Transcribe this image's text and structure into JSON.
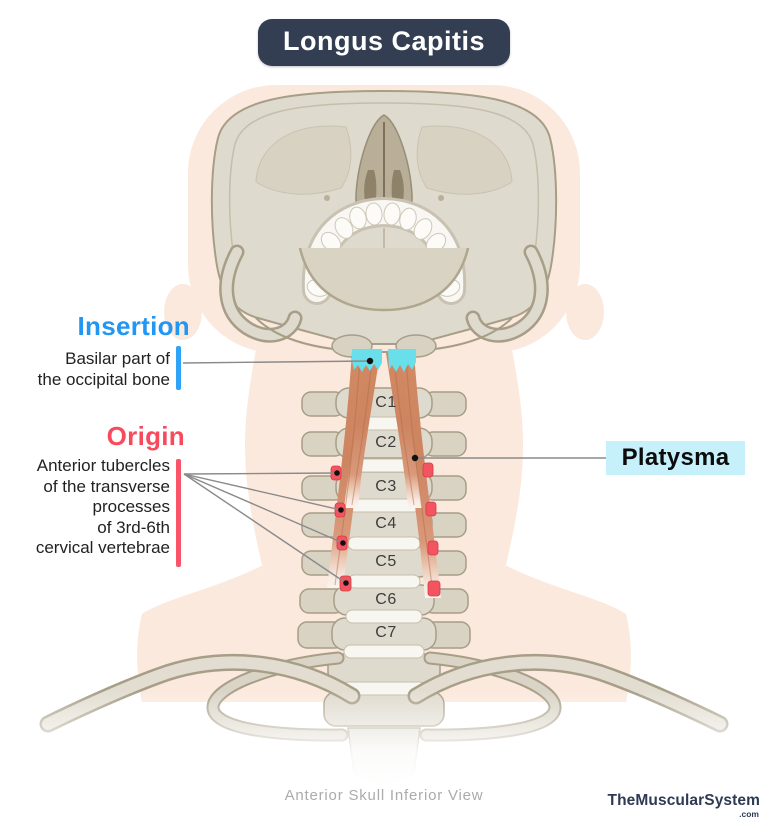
{
  "title": "Longus Capitis",
  "annotations": {
    "insertion": {
      "heading": "Insertion",
      "lines": [
        "Basilar part of",
        "the occipital bone"
      ],
      "accent_color": "#2196F3"
    },
    "origin": {
      "heading": "Origin",
      "lines": [
        "Anterior tubercles",
        "of the transverse",
        "processes",
        "of 3rd-6th",
        "cervical vertebrae"
      ],
      "accent_color": "#F84A5C"
    },
    "platysma": {
      "label": "Platysma",
      "highlight_color": "#C7F1FA"
    }
  },
  "illustration": {
    "vertebrae": [
      "C1",
      "C2",
      "C3",
      "C4",
      "C5",
      "C6",
      "C7"
    ],
    "colors": {
      "badge_bg": "#333E52",
      "insertion_highlight_cyan": "#68DFEA",
      "muscle_salmon": "#CE8A66",
      "attachment_red": "#F2555F",
      "bone_fill": "#DFDACE",
      "bone_outline": "#A79E87",
      "silhouette_peach": "#FBE9DD",
      "leader_line_gray": "#8A8A8A"
    }
  },
  "caption": "Anterior Skull Inferior View",
  "branding": {
    "name": "TheMuscularSystem",
    "tld": ".com"
  }
}
